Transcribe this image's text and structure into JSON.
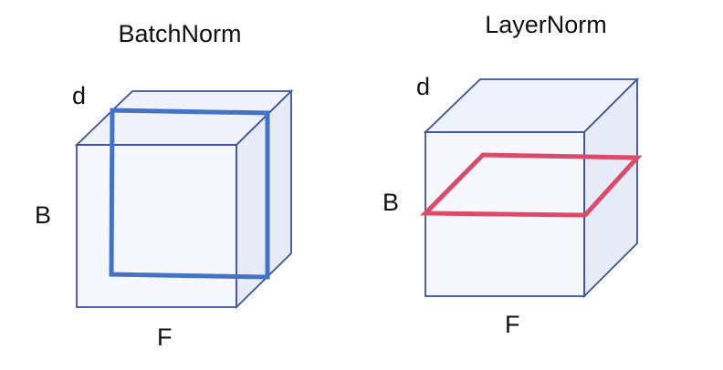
{
  "diagrams": {
    "batchnorm": {
      "title": "BatchNorm",
      "labels": {
        "depth": "d",
        "batch": "B",
        "features": "F"
      }
    },
    "layernorm": {
      "title": "LayerNorm",
      "labels": {
        "depth": "d",
        "batch": "B",
        "features": "F"
      }
    }
  },
  "colors": {
    "cube_fill": "#EEF1FB",
    "cube_edge": "#3B50A0",
    "batchnorm_slice": "#4472C4",
    "layernorm_slice": "#DC4A6A",
    "text": "#111111"
  }
}
